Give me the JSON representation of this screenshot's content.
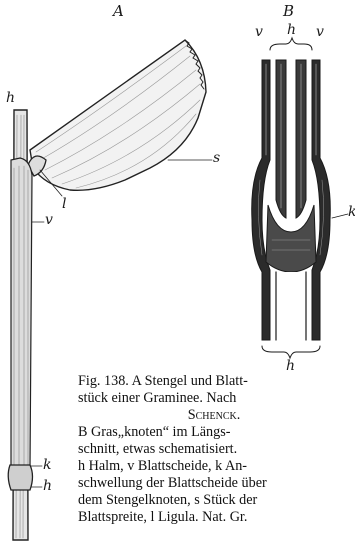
{
  "figure": {
    "panel_a_letter": "A",
    "panel_b_letter": "B",
    "labels_a": {
      "h_top": "h",
      "s": "s",
      "l": "l",
      "v": "v",
      "k": "k",
      "h_bottom": "h"
    },
    "labels_b": {
      "v_left": "v",
      "h_top": "h",
      "v_right": "v",
      "k": "k",
      "h_bottom": "h"
    }
  },
  "caption": {
    "line1": "Fig. 138. A Stengel und Blatt-",
    "line2": "stück einer Graminee. Nach",
    "author": "Schenck.",
    "line4": "B Gras„knoten“ im Längs-",
    "line5": "schnitt, etwas schematisiert.",
    "line6": "h Halm, v Blattscheide, k An-",
    "line7": "schwellung der Blattscheide über",
    "line8": "dem Stengelknoten, s Stück der",
    "line9": "Blattspreite, l Ligula. Nat. Gr."
  }
}
